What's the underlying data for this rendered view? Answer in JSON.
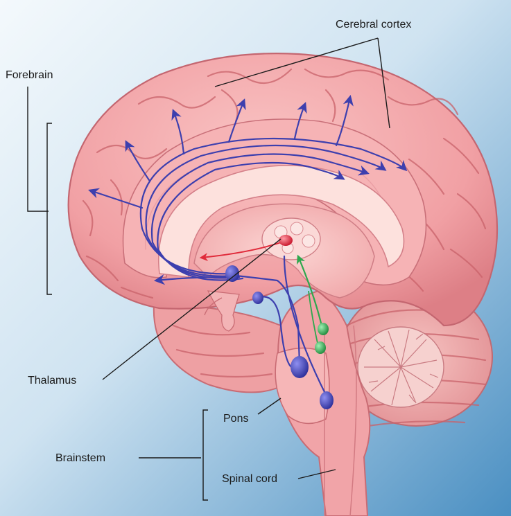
{
  "labels": {
    "cerebral_cortex": "Cerebral cortex",
    "forebrain": "Forebrain",
    "thalamus": "Thalamus",
    "pons": "Pons",
    "brainstem": "Brainstem",
    "spinal_cord": "Spinal cord"
  },
  "colors": {
    "background_top": "#eef6fb",
    "background_bottom": "#4f93c4",
    "brain_tissue": "#f2a3a6",
    "pathway_blue": "#3d3fae",
    "pathway_red": "#e02a3a",
    "pathway_green": "#2ea84e"
  }
}
